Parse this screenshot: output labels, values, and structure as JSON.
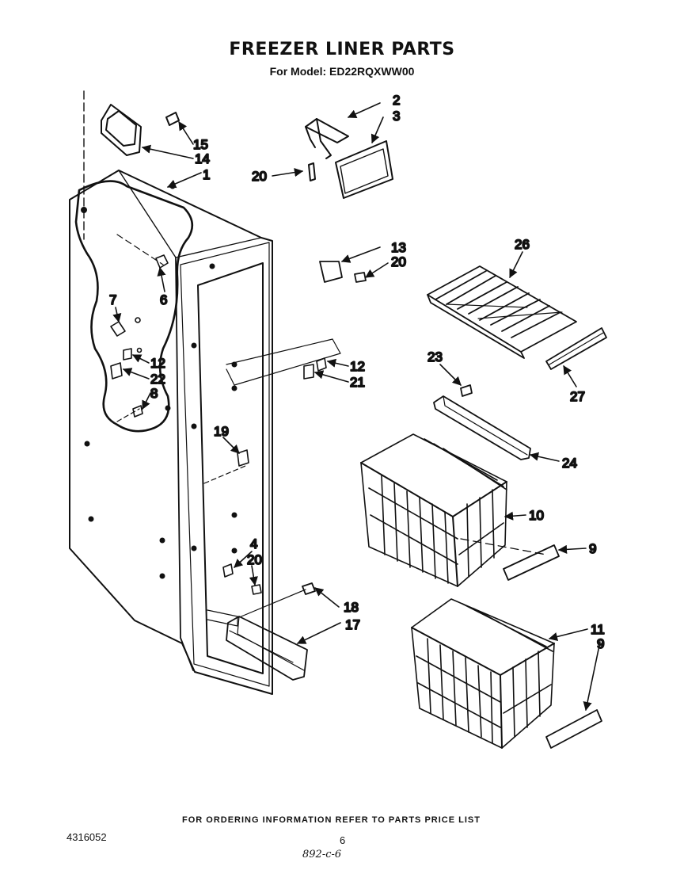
{
  "header": {
    "title": "FREEZER LINER PARTS",
    "model": "For Model: ED22RQXWW00"
  },
  "footer": {
    "ordering_note": "FOR ORDERING INFORMATION REFER TO PARTS PRICE LIST",
    "document_number": "4316052",
    "page_number": "6",
    "handwritten_code": "892-c-6"
  },
  "callouts": [
    {
      "id": "c2",
      "label": "2"
    },
    {
      "id": "c3",
      "label": "3"
    },
    {
      "id": "c15",
      "label": "15"
    },
    {
      "id": "c14",
      "label": "14"
    },
    {
      "id": "c1",
      "label": "1"
    },
    {
      "id": "c20a",
      "label": "20"
    },
    {
      "id": "c13",
      "label": "13"
    },
    {
      "id": "c20b",
      "label": "20"
    },
    {
      "id": "c26",
      "label": "26"
    },
    {
      "id": "c6",
      "label": "6"
    },
    {
      "id": "c7",
      "label": "7"
    },
    {
      "id": "c12a",
      "label": "12"
    },
    {
      "id": "c22",
      "label": "22"
    },
    {
      "id": "c8",
      "label": "8"
    },
    {
      "id": "c12b",
      "label": "12"
    },
    {
      "id": "c21",
      "label": "21"
    },
    {
      "id": "c23",
      "label": "23"
    },
    {
      "id": "c27",
      "label": "27"
    },
    {
      "id": "c19",
      "label": "19"
    },
    {
      "id": "c24",
      "label": "24"
    },
    {
      "id": "c10",
      "label": "10"
    },
    {
      "id": "c9a",
      "label": "9"
    },
    {
      "id": "c4",
      "label": "4"
    },
    {
      "id": "c20c",
      "label": "20"
    },
    {
      "id": "c18",
      "label": "18"
    },
    {
      "id": "c17",
      "label": "17"
    },
    {
      "id": "c11",
      "label": "11"
    },
    {
      "id": "c9b",
      "label": "9"
    }
  ]
}
